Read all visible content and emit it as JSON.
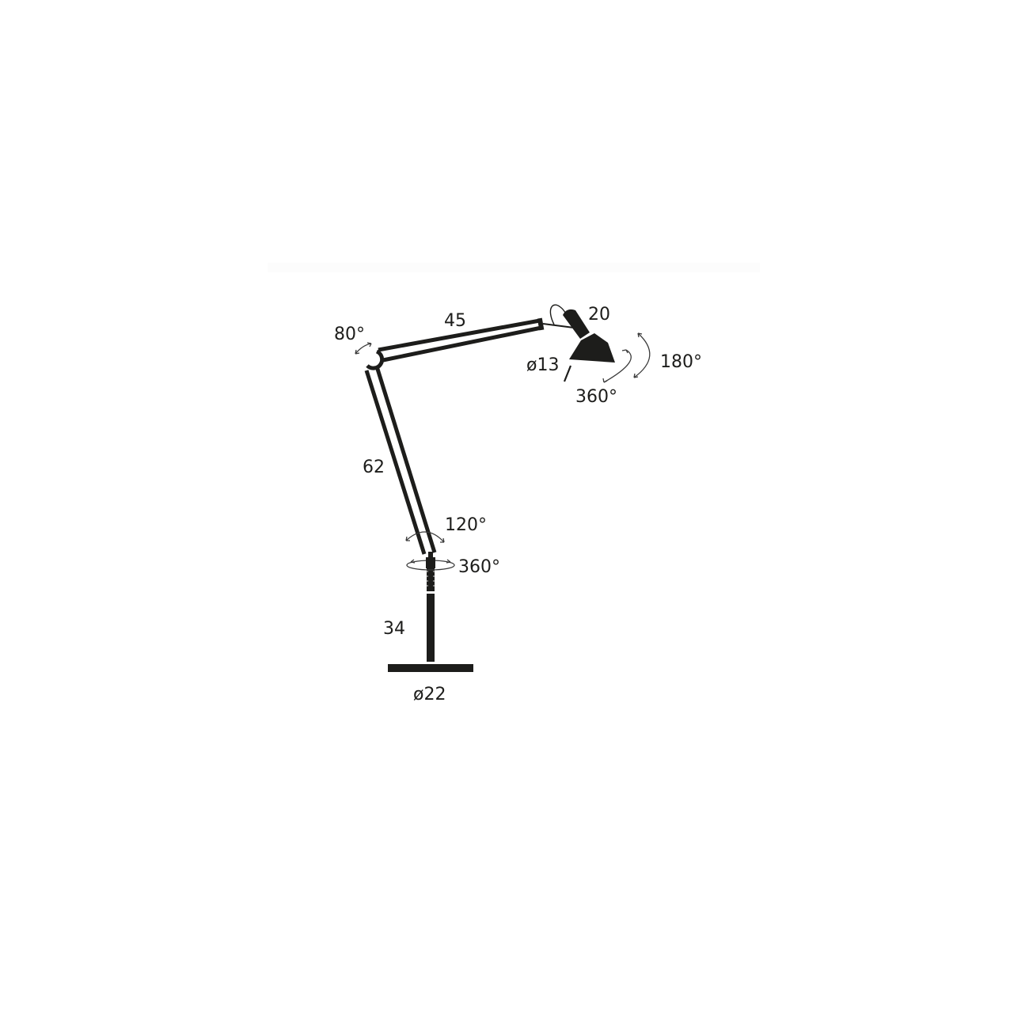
{
  "diagram": {
    "type": "product-dimension-drawing",
    "subject": "articulated floor lamp",
    "colors": {
      "ink": "#1d1d1b",
      "arrow": "#3a3a3a",
      "background": "#ffffff"
    },
    "dimensions": {
      "upper_arm_length": "45",
      "lower_arm_length": "62",
      "stem_height": "34",
      "base_diameter": "ø22",
      "shade_height": "20",
      "shade_diameter": "ø13"
    },
    "rotations": {
      "elbow_joint": "80°",
      "shade_tilt": "180°",
      "shade_swivel": "360°",
      "lower_joint_tilt": "120°",
      "stem_swivel": "360°"
    }
  }
}
